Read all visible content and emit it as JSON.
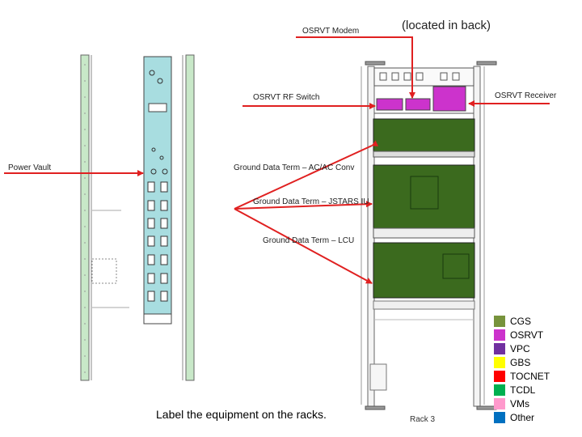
{
  "labels": {
    "osrvt_modem": "OSRVT Modem",
    "located_in_back": "(located in back)",
    "osrvt_rf_switch": "OSRVT RF Switch",
    "osrvt_receiver": "OSRVT Receiver",
    "power_vault": "Power Vault",
    "gdt_acac": "Ground Data Term – AC/AC Conv",
    "gdt_jstars": "Ground Data Term – JSTARS IU",
    "gdt_lcu": "Ground Data Term – LCU",
    "instruction": "Label the equipment on the racks.",
    "rack": "Rack 3"
  },
  "legend": [
    {
      "label": "CGS",
      "color": "#77933C"
    },
    {
      "label": "OSRVT",
      "color": "#CC33CC"
    },
    {
      "label": "VPC",
      "color": "#7030A0"
    },
    {
      "label": "GBS",
      "color": "#FFFF00"
    },
    {
      "label": "TOCNET",
      "color": "#FF0000"
    },
    {
      "label": "TCDL",
      "color": "#00B050"
    },
    {
      "label": "VMs",
      "color": "#FF99CC"
    },
    {
      "label": "Other",
      "color": "#0070C0"
    }
  ],
  "colors": {
    "arrow": "#E02020",
    "cgs_panel": "#3B6A1E",
    "receiver": "#CC33CC",
    "power_vault": "#A8DDE0",
    "rail_green": "#C8E8C8"
  }
}
